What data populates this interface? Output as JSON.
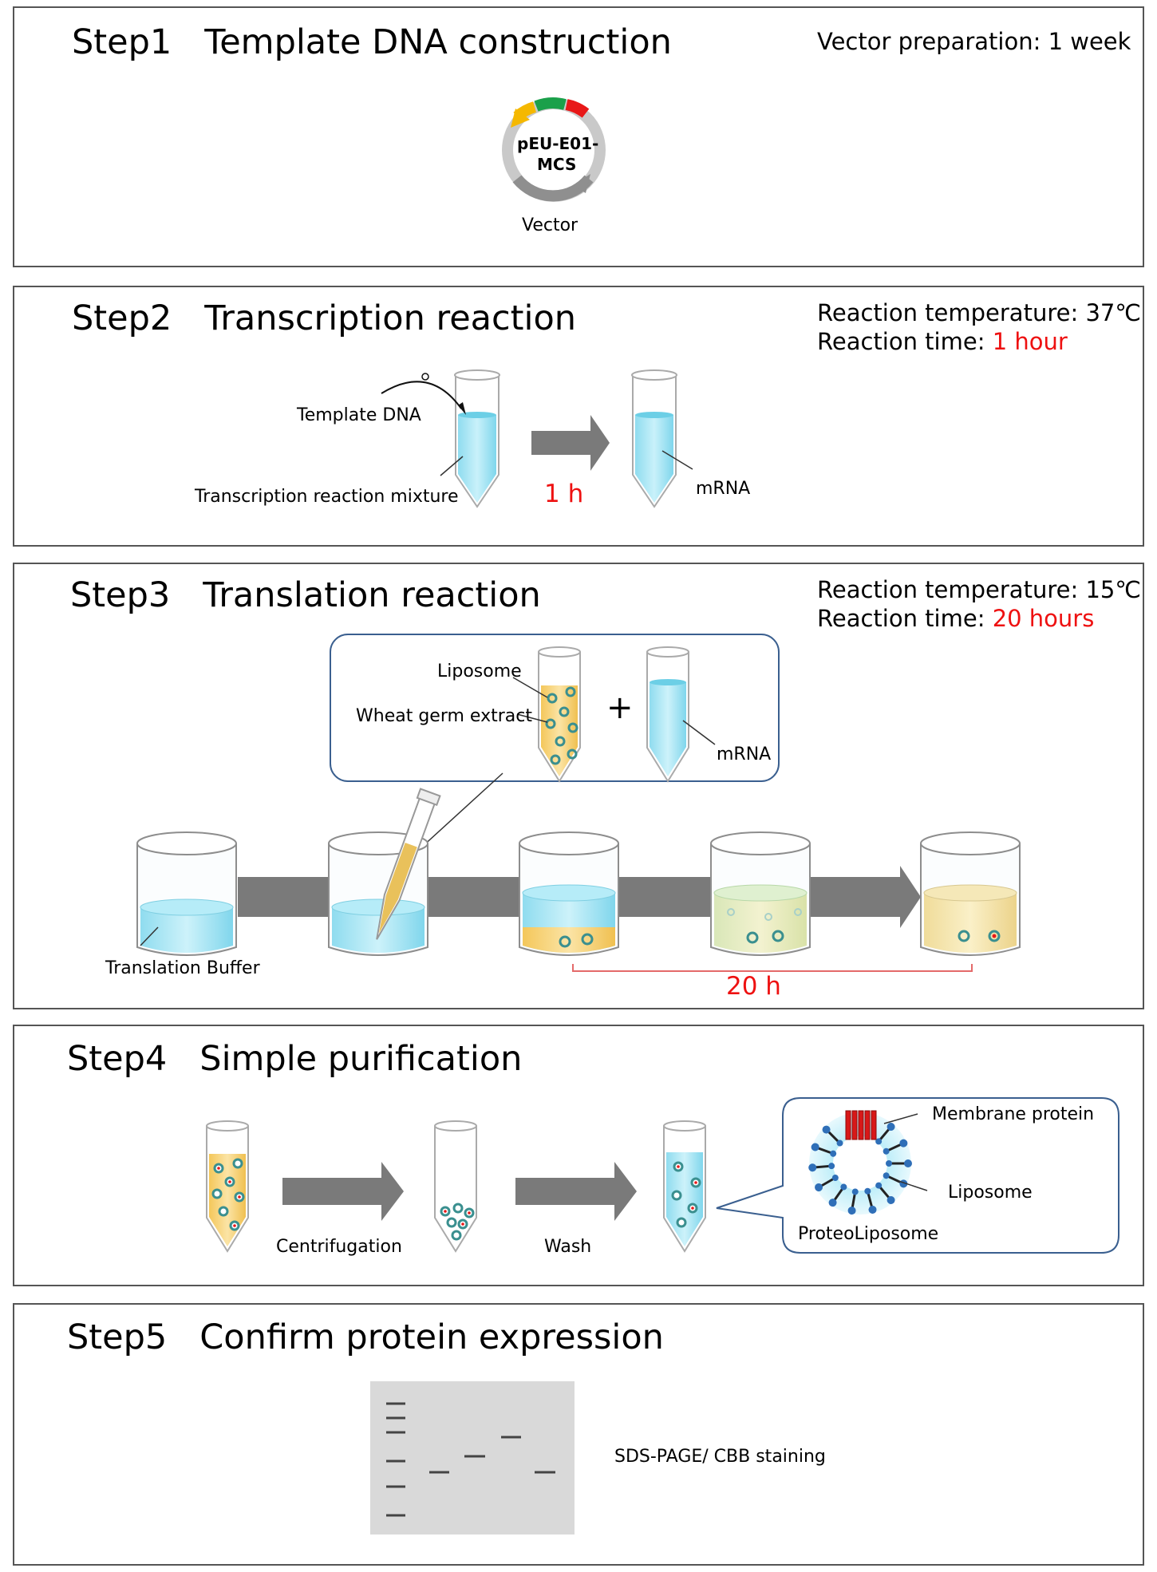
{
  "step1": {
    "title": "Step1   Template DNA construction",
    "info": "Vector preparation: 1 week",
    "plasmid_label_line1": "pEU-E01-",
    "plasmid_label_line2": "MCS",
    "vector_label": "Vector"
  },
  "step2": {
    "title": "Step2   Transcription reaction",
    "temp_label": "Reaction temperature: 37℃",
    "time_label": "Reaction time: ",
    "time_value": "1 hour",
    "template_dna": "Template DNA",
    "mixture": "Transcription reaction mixture",
    "arrow_time": "1 h",
    "mrna": "mRNA"
  },
  "step3": {
    "title": "Step3   Translation reaction",
    "temp_label": "Reaction temperature: 15℃",
    "time_label": "Reaction time: ",
    "time_value": "20 hours",
    "liposome": "Liposome",
    "wheat_germ": "Wheat germ extract",
    "plus": "+",
    "mrna": "mRNA",
    "buffer": "Translation Buffer",
    "duration": "20 h"
  },
  "step4": {
    "title": "Step4   Simple purification",
    "centrifugation": "Centrifugation",
    "wash": "Wash",
    "membrane_protein": "Membrane protein",
    "liposome": "Liposome",
    "proteoliposome": "ProteoLiposome"
  },
  "step5": {
    "title": "Step5   Confirm protein expression",
    "gel_label": "SDS-PAGE/ CBB staining"
  },
  "colors": {
    "arrow": "#7a7a7a",
    "highlight": "#ee1111",
    "liquid_blue": "#9fe3f3",
    "liquid_yellow": "#f7cf6e",
    "plasmid_green": "#1aa04a",
    "plasmid_red": "#e81818",
    "plasmid_yellow": "#f5b800",
    "gel": "#d9d9d9"
  }
}
